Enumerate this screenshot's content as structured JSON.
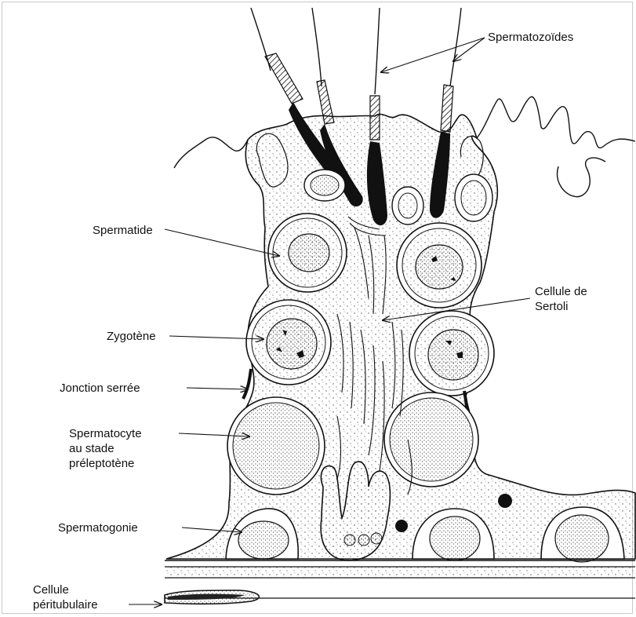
{
  "labels": {
    "spermatozoides": "Spermatozoïdes",
    "spermatide": "Spermatide",
    "cellule_de_sertoli_line1": "Cellule de",
    "cellule_de_sertoli_line2": "Sertoli",
    "zygotene": "Zygotène",
    "jonction_serree": "Jonction serrée",
    "spermatocyte_line1": "Spermatocyte",
    "spermatocyte_line2": "au stade",
    "spermatocyte_line3": "préleptotène",
    "spermatogonie": "Spermatogonie",
    "cellule_peritubulaire_line1": "Cellule",
    "cellule_peritubulaire_line2": "péritubulaire"
  },
  "colors": {
    "ink": "#111111",
    "paper": "#ffffff",
    "stipple": "#444444"
  }
}
